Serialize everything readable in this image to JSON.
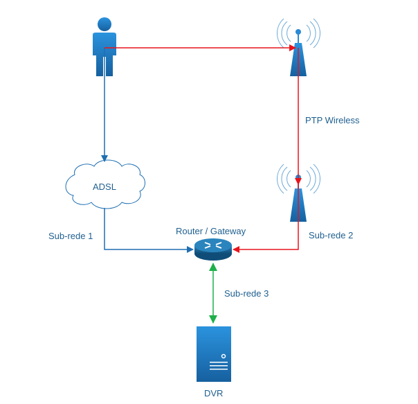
{
  "nodes": {
    "user": {
      "label": "",
      "icon": "person-icon"
    },
    "tower_top": {
      "label": "",
      "icon": "wireless-tower-icon"
    },
    "tower_bottom": {
      "label": "",
      "icon": "wireless-tower-icon"
    },
    "adsl": {
      "label": "ADSL",
      "icon": "cloud-icon"
    },
    "router": {
      "label": "Router / Gateway",
      "icon": "router-icon"
    },
    "dvr": {
      "label": "DVR",
      "icon": "server-icon"
    }
  },
  "edge_labels": {
    "ptp": "PTP Wireless",
    "subnet1": "Sub-rede 1",
    "subnet2": "Sub-rede 2",
    "subnet3": "Sub-rede 3"
  },
  "colors": {
    "blue_link": "#1f6fb2",
    "red_link": "#e8141c",
    "green_link": "#1fb04a",
    "icon_blue": "#1f7fc8",
    "label_text": "#1f5f8f"
  }
}
